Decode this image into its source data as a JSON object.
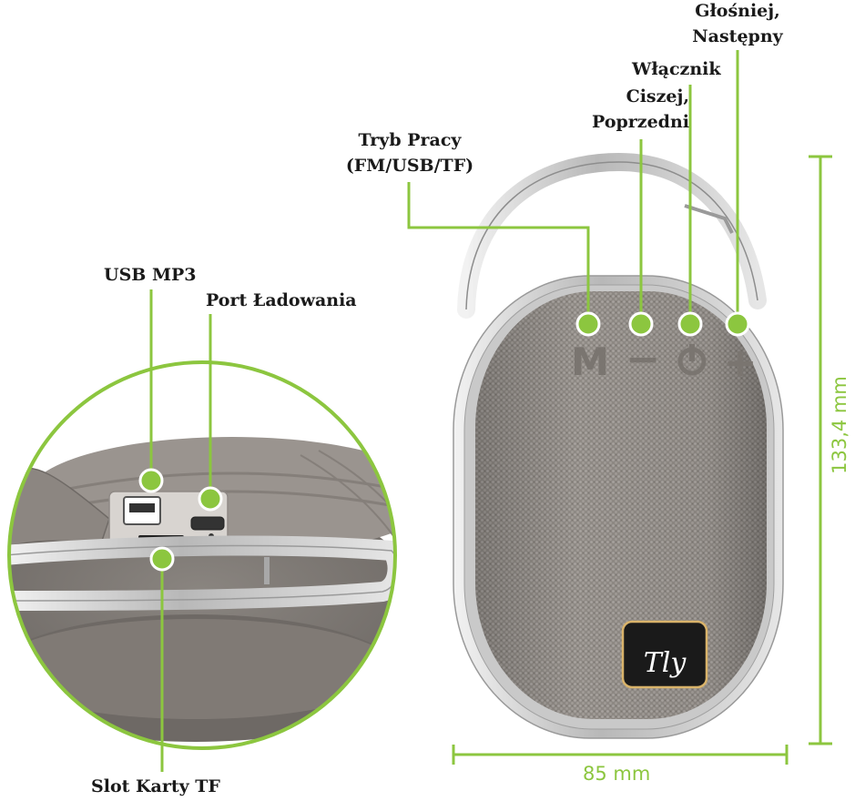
{
  "accent_color": "#8cc63f",
  "labels": {
    "louder_next": [
      "Głośniej,",
      "Następny"
    ],
    "power": "Włącznik",
    "quieter_prev": [
      "Ciszej,",
      "Poprzedni"
    ],
    "mode": [
      "Tryb Pracy",
      "(FM/USB/TF)"
    ],
    "usb": "USB MP3",
    "charging_port": "Port Ładowania",
    "tf_slot": "Slot Karty TF"
  },
  "buttons": {
    "mode": "M",
    "minus": "−",
    "plus": "+"
  },
  "brand": "Tly",
  "dimensions": {
    "height": "133,4 mm",
    "width": "85 mm"
  }
}
